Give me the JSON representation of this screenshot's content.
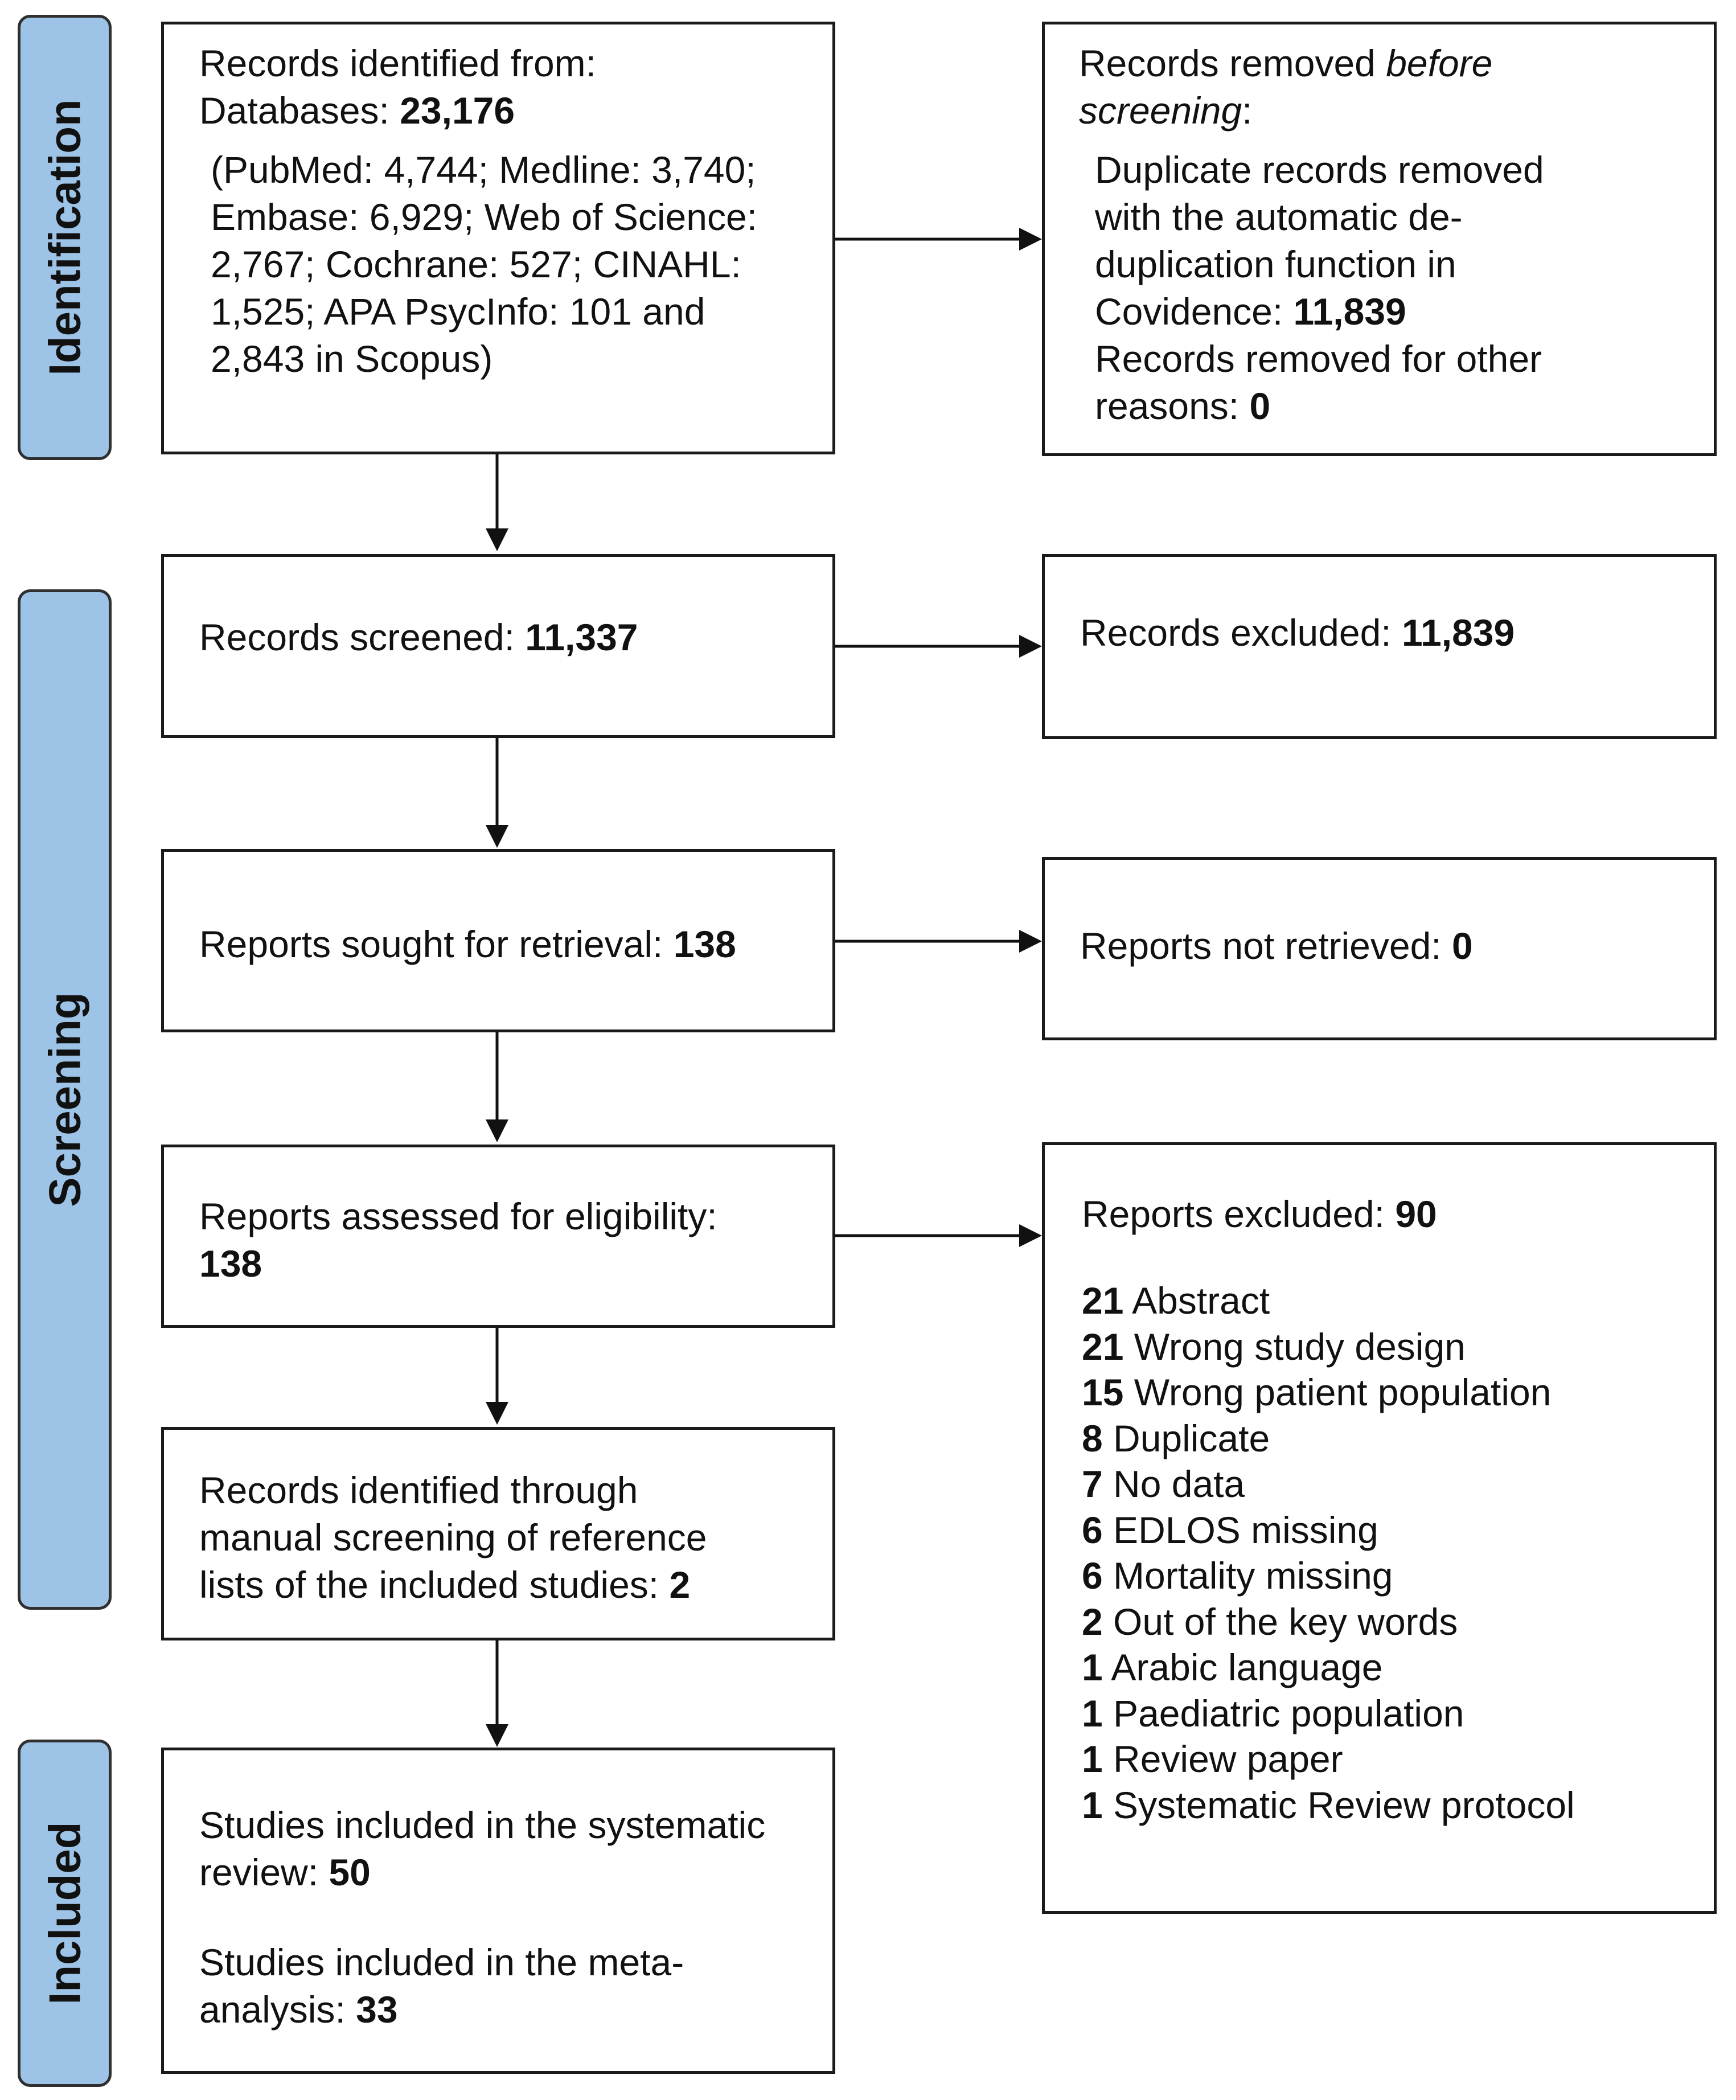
{
  "stages": {
    "identification": "Identification",
    "screening": "Screening",
    "included": "Included"
  },
  "identified": {
    "line1": "Records identified from:",
    "line2_label": "Databases: ",
    "line2_value": "23,176",
    "detail": [
      "(PubMed: 4,744; Medline: 3,740;",
      "Embase: 6,929; Web of Science:",
      "2,767; Cochrane: 527; CINAHL:",
      "1,525; APA PsycInfo: 101 and",
      "2,843 in Scopus)"
    ]
  },
  "removed": {
    "heading_a": "Records removed ",
    "heading_b_italic": "before",
    "heading_c_italic": "screening",
    "heading_colon": ":",
    "lines": [
      "Duplicate records removed",
      "with the automatic de-",
      "duplication function in"
    ],
    "covidence_label": "Covidence: ",
    "covidence_value": "11,839",
    "other_line1": "Records removed for other",
    "other_label": "reasons: ",
    "other_value": "0"
  },
  "screened": {
    "label": "Records screened: ",
    "value": "11,337"
  },
  "excluded": {
    "label": "Records excluded: ",
    "value": "11,839"
  },
  "sought": {
    "label": "Reports sought for retrieval: ",
    "value": "138"
  },
  "not_retrieved": {
    "label": "Reports not retrieved: ",
    "value": "0"
  },
  "assessed": {
    "label": "Reports assessed for eligibility:",
    "value": "138"
  },
  "manual": {
    "lines": [
      "Records identified through",
      "manual screening of reference"
    ],
    "last_label": "lists of the included studies: ",
    "value": "2"
  },
  "reports_excluded": {
    "label": "Reports excluded: ",
    "value": "90",
    "reasons": [
      {
        "count": "21",
        "text": " Abstract"
      },
      {
        "count": "21",
        "text": " Wrong study design"
      },
      {
        "count": "15",
        "text": " Wrong patient population"
      },
      {
        "count": "8",
        "text": " Duplicate"
      },
      {
        "count": "7",
        "text": " No data"
      },
      {
        "count": "6",
        "text": " EDLOS missing"
      },
      {
        "count": "6",
        "text": " Mortality missing"
      },
      {
        "count": "2",
        "text": " Out of the key words"
      },
      {
        "count": "1",
        "text": " Arabic language"
      },
      {
        "count": "1",
        "text": " Paediatric population"
      },
      {
        "count": "1",
        "text": " Review paper"
      },
      {
        "count": "1",
        "text": " Systematic Review protocol"
      }
    ]
  },
  "included": {
    "sr_line1": "Studies included in the systematic",
    "sr_label": "review: ",
    "sr_value": "50",
    "ma_line1": "Studies included in the meta-",
    "ma_label": "analysis: ",
    "ma_value": "33"
  }
}
